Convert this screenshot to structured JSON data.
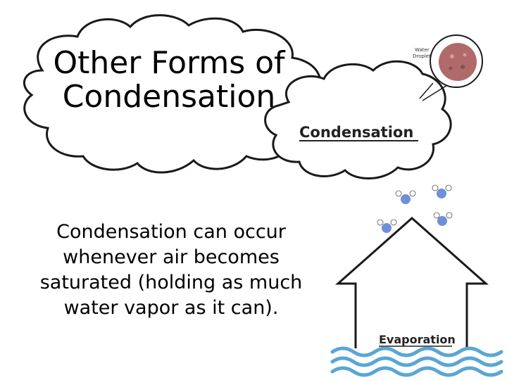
{
  "slide": {
    "title": "Other Forms of Condensation",
    "body": "Condensation can occur whenever air becomes saturated (holding as much water vapor as it can)."
  },
  "diagram": {
    "cloud_label": "Condensation",
    "droplet_label_line1": "Water",
    "droplet_label_line2": "Droplet",
    "arrow_label": "Evaporation",
    "colors": {
      "outline": "#1a1a1a",
      "droplet": "#b06a6a",
      "molecule": "#6f8fd8",
      "water": "#5aa6d6"
    }
  }
}
